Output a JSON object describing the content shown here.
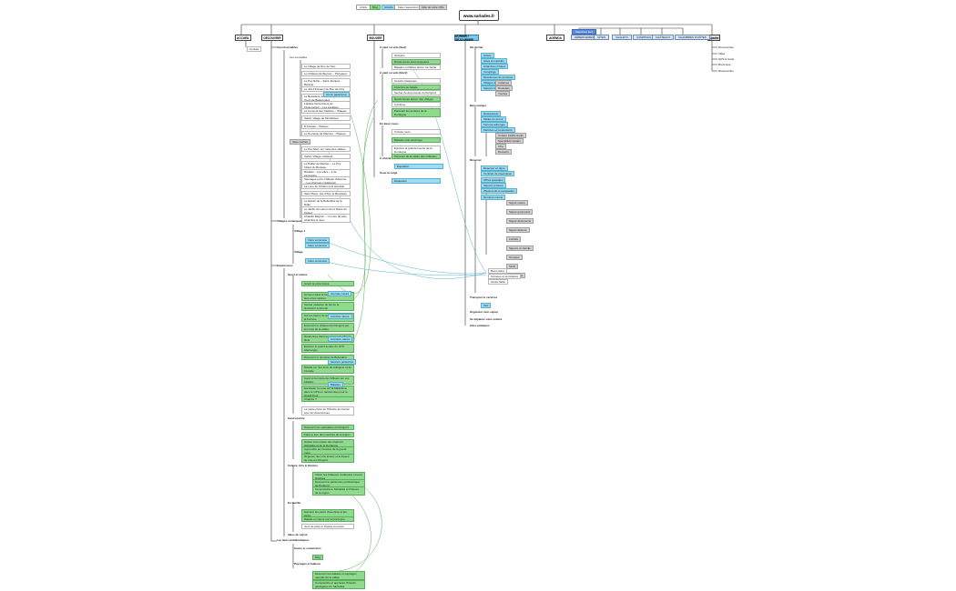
{
  "toolbar": {
    "items": [
      "Article",
      "Blog",
      "Activité",
      "Faire l'ascensión",
      "Aide de cette Offre"
    ]
  },
  "root": "www.sarlades.fr",
  "sections": {
    "accueil": "ACCUEIL",
    "decouvrir": "DÉCOUVRIR",
    "bouger": "BOUGER",
    "dormir": "DORMIR / SÉJOURNER",
    "agenda": "AGENDA",
    "plus": "Ajouter"
  },
  "dormir_menu": [
    "Séjourner tout",
    "HÉBERGEMENTS",
    "GÎTES",
    "CHALETS",
    "CAMPINGS",
    "CHÂTEAUX",
    "CHAMBRES D'HÔTES"
  ],
  "plus_menu": [
    "Découvertes",
    "Villes",
    "GPS & Carte",
    "Brochures",
    "Réserver/En"
  ],
  "accueil_items": [
    "Contact"
  ],
  "decouvrir": {
    "l1": [
      {
        "id": "incontournables",
        "label": "Incontournables"
      },
      {
        "id": "villages",
        "label": "Villages remarquables"
      },
      {
        "id": "experiences",
        "label": "Expériences"
      },
      {
        "id": "lieux",
        "label": "Les lieux emblématiques"
      }
    ],
    "incontournables": {
      "groupA": "Les merveilles",
      "groupA_items": [
        "Le Village de Roc de Clos",
        "Le Château de Beynac – Périgueux",
        "Le Puy Rôtie – Saint Jacques Bertinet",
        "Le Joli d'Intérieur de Roc de Clos",
        "Le Belvédère de Beauregard – Tours de Beauregard",
        "L'Église Notre Dame de l'Assomption – Les escaliers",
        "Le Couvent des Célibres – Plateau",
        "Sarlat, village de Montdelvel",
        "D'Aristote – Plateau",
        "Le Domaine de Marinier – Plateau"
      ],
      "groupA_blue": "Art de passionné",
      "groupB": "Sites cachés",
      "groupB_items": [
        "Le Puy Mort, sur route des vallées",
        "Sarlat, Village médiéval",
        "Le Pailler de Marnier – Le Puy l'Aléoï du Bouteau",
        "Bouillan – Les villes – 3 de campagne",
        "Sauvages et du Château d'Alverne – Les charmes médiévaux",
        "La Lune de St Rémi à la Gamelle",
        "Saint Plaux, site d'Issy et Bertelette",
        "Le Moulin de la Rolle/Rod de la Rolle",
        "Le Jardin de Lamon de la Route du Castel",
        "Chatelle Régnier – Un Lieu de plus, Chambre & Jeux"
      ]
    },
    "villages": {
      "v1": "Village 1",
      "v1_items": [
        "Votre commune",
        "Votre commune"
      ],
      "v2": "Village",
      "v2_items": [
        "Votre commune"
      ]
    },
    "experiences": {
      "groups": [
        {
          "label": "Sport et nature",
          "items": [
            "Gravir la piste Gravé",
            "Grimper dans la forêt ou parcourir les lacs et les rivières",
            "Sentier pédestre du lac de la Rochefort à Chunai",
            "Sur les traces de la bataille de Nedel la Ferrière",
            "Découvrir le château du Périgord par les rives de la vallée",
            "Randonnée dans les gorges de Mirval Illets",
            "Explorer le grand sentier du GTR Aberturges",
            "Découvrir le domaine de Belvédère",
            "Balade sur des lieux de Aubignac et de l'Aurelle",
            "Sport et la rivière de l'Affluent sur vos balades",
            "Escalader la route sur la Madeleine dans le GTR en randonnées pour le Grand Pont",
            "Chapitre ?"
          ],
          "blue": [
            "Journée nature",
            "Activités nature",
            "Aventure nature",
            "Sentiers pédestres",
            "Balades"
          ],
          "white": "La petite photo de l'histoire de Cerval pour les découvreurs"
        },
        {
          "label": "Gastronomie",
          "items": [
            "Découvrir les spécialités du Périgord",
            "Faire le tour des marchés de la région",
            "Goûter à la cuisine des chefs du Sarladais et de la Dordogne",
            "Apprendre les recettes de la grand-mère",
            "Déguster des vins locaux et la liqueur de noix du Périgord"
          ]
        },
        {
          "label": "Culture, Arts & Histoire",
          "items": [
            "Visiter les châteaux médiévaux et leurs histoires",
            "Découvrir le patrimoine préhistorique du Périgord",
            "Comprendre le Sarladais et l'histoire de la région"
          ]
        },
        {
          "label": "En famille",
          "items": [
            "Explorer les parcs d'aventure et les forêts",
            "Balade en canoë sur la Dordogne"
          ],
          "white": "Jeux de piste et chasse au trésor"
        },
        {
          "label": "Idées de séjour",
          "items": []
        }
      ]
    },
    "lieux": {
      "a": "Caves et souterrains",
      "a_items": [
        "Blog"
      ],
      "b": "Paysages et falaises",
      "b_items": [
        "Découvrir les falaises et paysages naturels de la vallée",
        "Comprendre et apprécier l'histoire géologique du Sarladais"
      ]
    }
  },
  "bouger": {
    "groups": [
      {
        "label": "À pied ou vélo (Sud)",
        "items": [
          "Itinéraire",
          "Randonnées accompagnées",
          "Balades cyclables autour de Sarlat"
        ]
      },
      {
        "label": "À pied ou vélo (Nord)",
        "items": [
          "Grands classiques",
          "Chemins de balade",
          "Sentier de découverte du Périgord",
          "Randonnées autour des villages",
          "Cyclisme",
          "Parcourir les sentiers de la Dordogne"
        ]
      },
      {
        "label": "En deux roues",
        "items": [
          "Circuits moto",
          "Balades vélo électrique",
          "Explorer la grande boucle de la Dordogne",
          "Parcours de la vallée des châteaux"
        ]
      },
      {
        "label": "À cheval",
        "items": [
          "Équitation"
        ]
      },
      {
        "label": "Sous la neige",
        "items": [
          "Raquettes"
        ]
      }
    ]
  },
  "dormir": {
    "groups": [
      {
        "label": "Où dormir",
        "items": [
          "Hôtels",
          "Gîtes et meublés",
          "Chambres d'hôtes",
          "Campings",
          "Résidences de tourisme",
          "Villages de vacances",
          "Séjours insolites"
        ],
        "sub": [
          "Cabanes",
          "Roulottes",
          "Yourtes"
        ]
      },
      {
        "label": "Bien manger",
        "items": [
          "Restaurants",
          "Tables du terroir",
          "Fermes-auberges",
          "Marchés et producteurs"
        ],
        "sub": [
          "Cuisine traditionnelle",
          "Spécialités locales",
          "Vins",
          "Desserts"
        ]
      },
      {
        "label": "Réserver",
        "items": [
          "Réserver en ligne",
          "Centrale de réservation",
          "Offres spéciales",
          "Séjours à thème",
          "Week-ends et escapades",
          "Dernière minute"
        ],
        "sub": [
          "Séjour nature",
          "Séjour gourmand",
          "Séjour découverte",
          "Séjour détente",
          "Forfaits",
          "Séjours en famille",
          "Groupes",
          "Tarifs",
          "Promotions"
        ]
      },
      {
        "label": "Transport et services",
        "items": [
          "Taxi"
        ]
      },
      {
        "label": "Organiser mon séjour",
        "items": []
      },
      {
        "label": "Se déplacer sans voiture",
        "items": []
      },
      {
        "label": "Infos pratiques",
        "items": []
      }
    ],
    "mid_items": [
      "Bons plans",
      "Groupes et séminaires",
      "Accès facile"
    ]
  }
}
